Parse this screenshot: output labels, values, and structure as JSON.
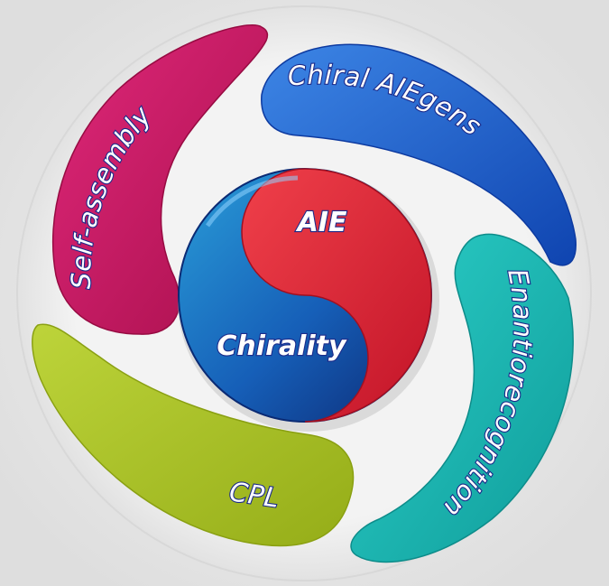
{
  "center": {
    "top_label": "AIE",
    "bottom_label": "Chirality",
    "colors": {
      "red": "#e3243a",
      "blue": "#1d6fc0",
      "dark_blue": "#0d2a78"
    }
  },
  "petals": [
    {
      "label": "Chiral AIEgens",
      "color": "#1a5fd0"
    },
    {
      "label": "Enantiorecognition",
      "color": "#15b3b0"
    },
    {
      "label": "CPL",
      "color": "#a8c225"
    },
    {
      "label": "Self-assembly",
      "color": "#c8145e"
    }
  ],
  "background_color": "#e9e9e9"
}
